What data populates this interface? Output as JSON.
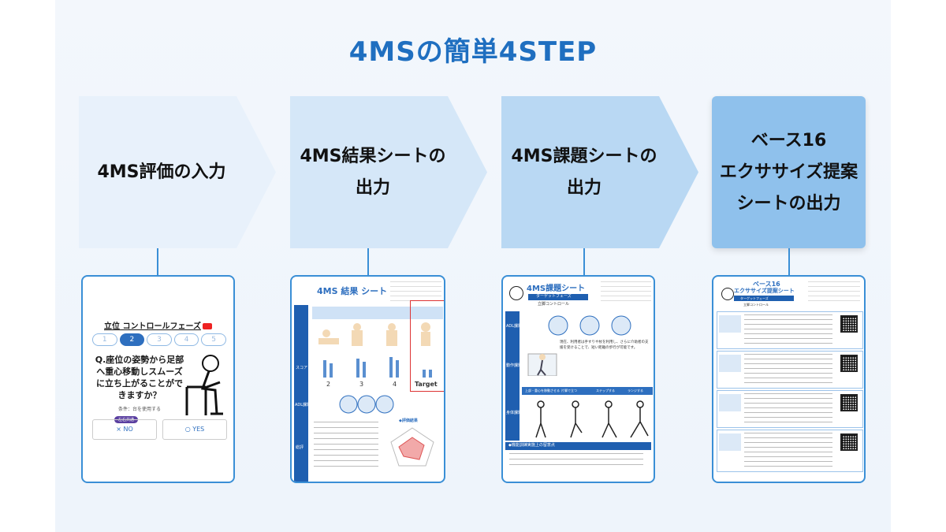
{
  "title": "4MSの簡単4STEP",
  "steps": [
    {
      "label_lines": [
        "4MS評価の入力"
      ]
    },
    {
      "label_lines": [
        "4MS結果シートの",
        "出力"
      ]
    },
    {
      "label_lines": [
        "4MS課題シートの",
        "出力"
      ]
    },
    {
      "label_lines": [
        "ベース16",
        "エクササイズ提案",
        "シートの出力"
      ]
    }
  ],
  "colors": {
    "step1": "#e8f1fb",
    "step2": "#d5e7f8",
    "step3": "#b9d8f3",
    "step4": "#8fc1ec",
    "accent": "#1f6fc0"
  },
  "card1": {
    "title": "立位 コントロールフェーズ",
    "steps": [
      "1",
      "2",
      "3",
      "4",
      "5"
    ],
    "active_step": "2",
    "question": "Q.座位の姿勢から足部へ重心移動しスムーズに立ち上がることができますか？",
    "condition": "条件：台を使用する",
    "tag": "左右共通",
    "no_label": "× NO",
    "yes_label": "○ YES"
  },
  "card2": {
    "title": "4MS 結果 シート",
    "score_label": "スコア",
    "adl_label": "ADL課題",
    "total_label": "総評",
    "score_values": [
      "2",
      "3",
      "4",
      "Target"
    ],
    "chart_heading": "◆評価結果"
  },
  "card3": {
    "title": "4MS課題シート",
    "target_phase": "ターゲットフェーズ",
    "sub_phase": "立脚コントロール",
    "adl_label": "ADL課題",
    "move_label": "動作課題",
    "body_label": "身体課題",
    "body_cols": [
      "上部・重心を移動させる",
      "片脚で立つ",
      "ステップする",
      "ランジする"
    ],
    "note_heading": "◆機能訓練実施上の留意点",
    "speech": "現在、利用者は手すりや杖を利用し、さらに介助者の支援を受けることで、短い距離の歩行が可能です。"
  },
  "card4": {
    "title": "ベース16",
    "subtitle": "エクササイズ提案シート",
    "target_phase": "ターゲットフェーズ",
    "sub_phase": "立脚コントロール"
  }
}
